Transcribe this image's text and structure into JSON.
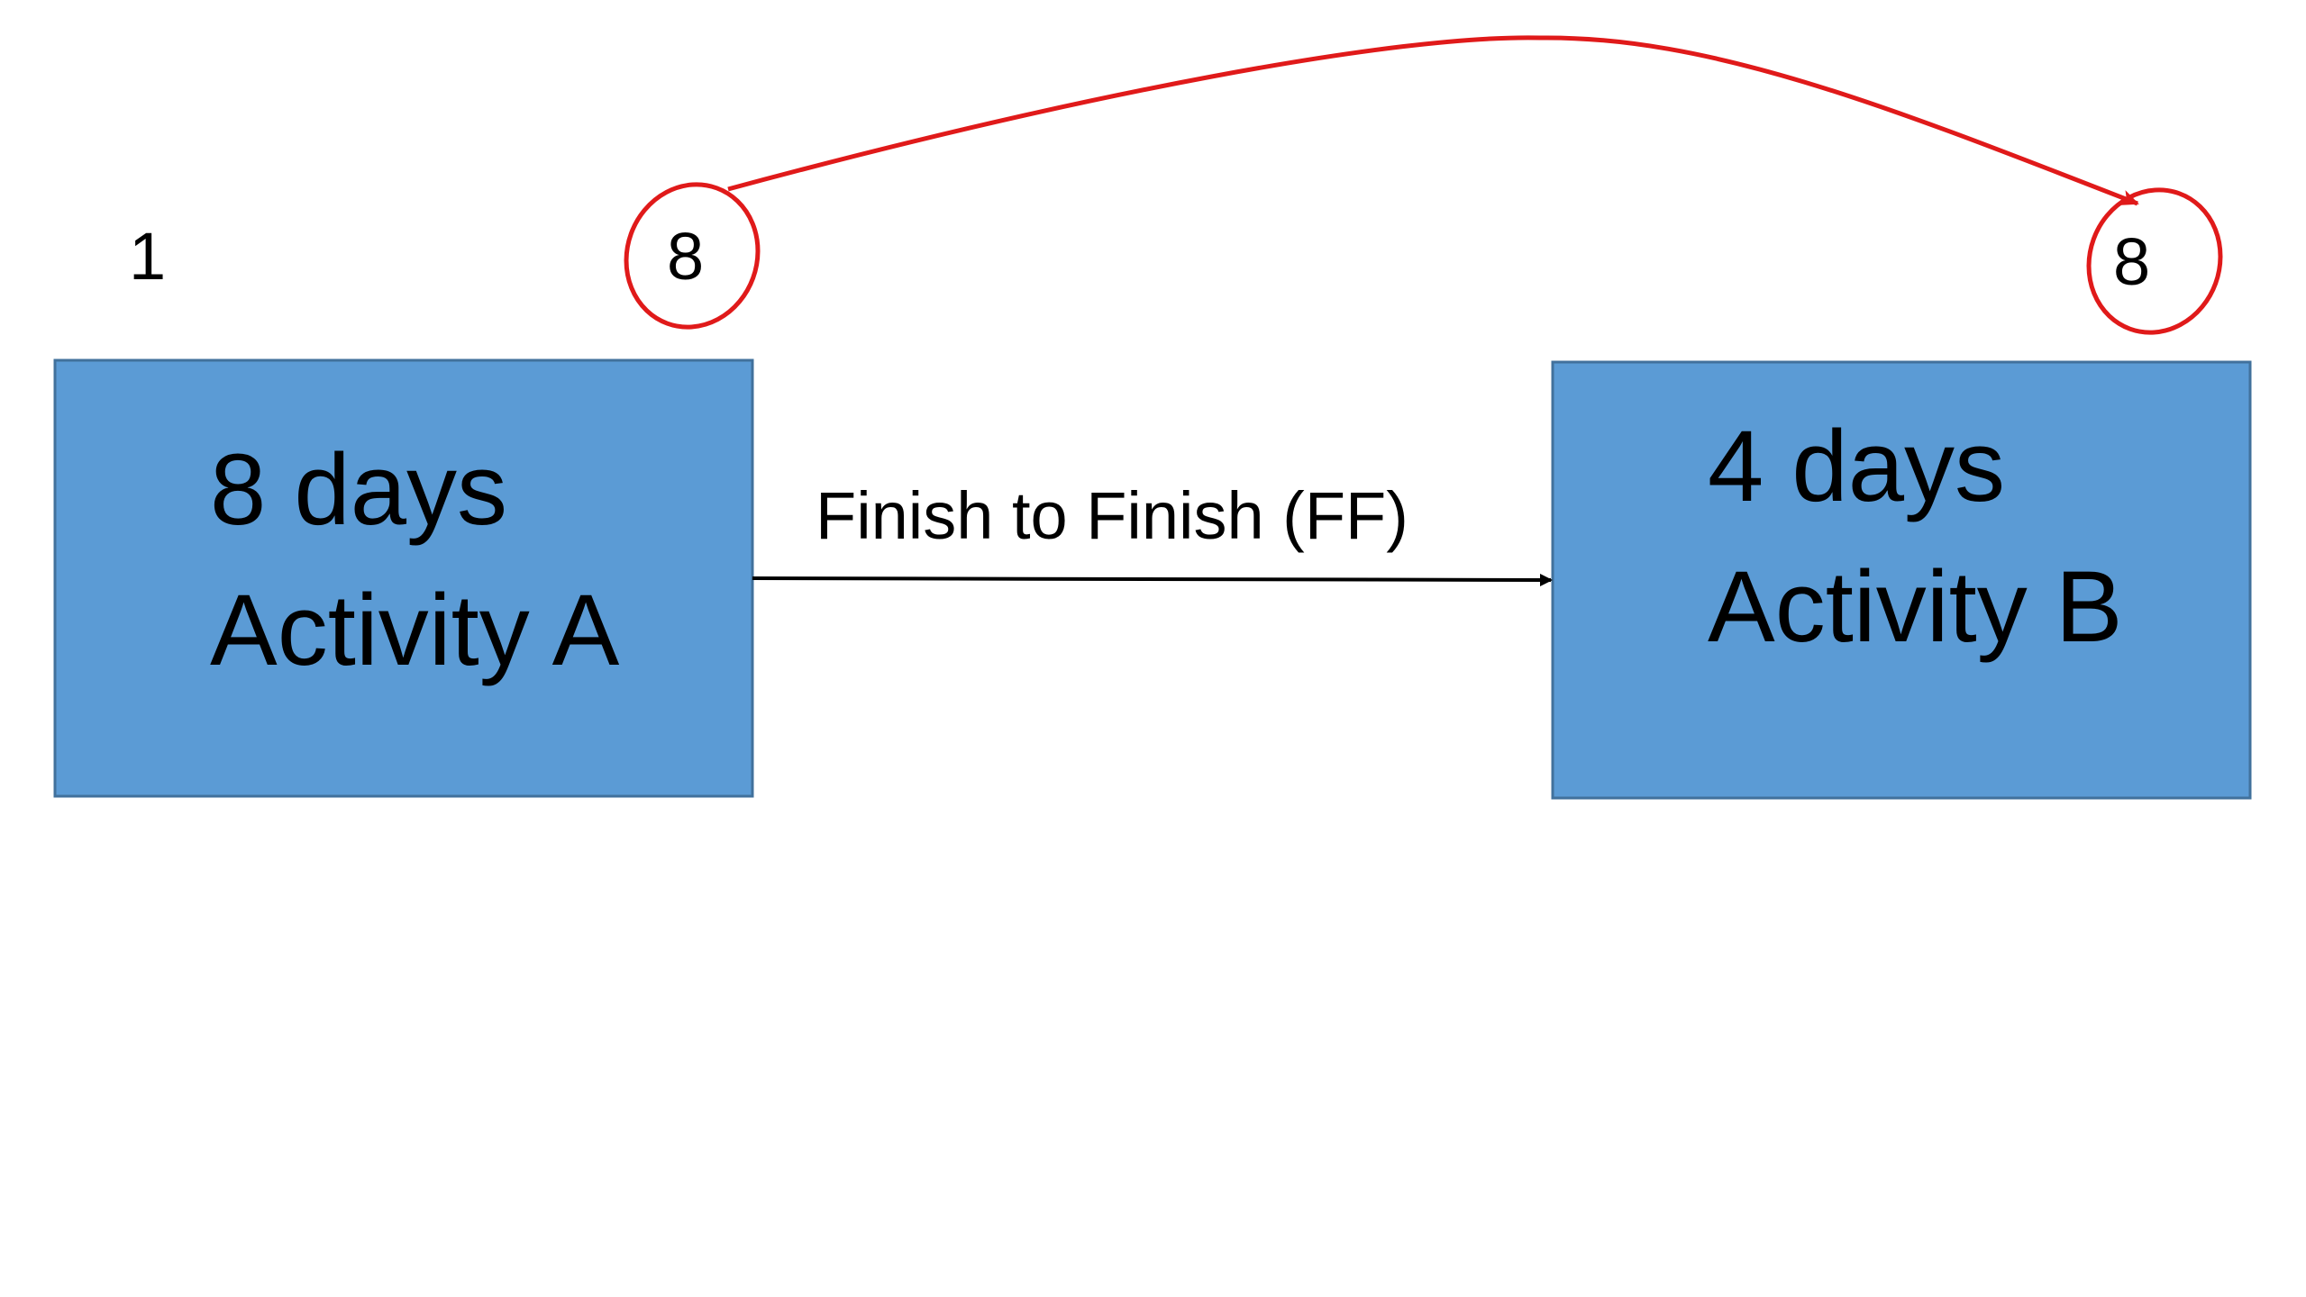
{
  "start_label": "1",
  "activity_a": {
    "duration": "8 days",
    "name": "Activity A",
    "finish_label": "8"
  },
  "activity_b": {
    "duration": "4 days",
    "name": "Activity B",
    "finish_label": "8"
  },
  "relationship": {
    "label": "Finish to Finish (FF)"
  },
  "colors": {
    "box_fill": "#5B9BD5",
    "box_border": "#41719C",
    "highlight": "#E01A1A",
    "arrow": "#000000"
  }
}
